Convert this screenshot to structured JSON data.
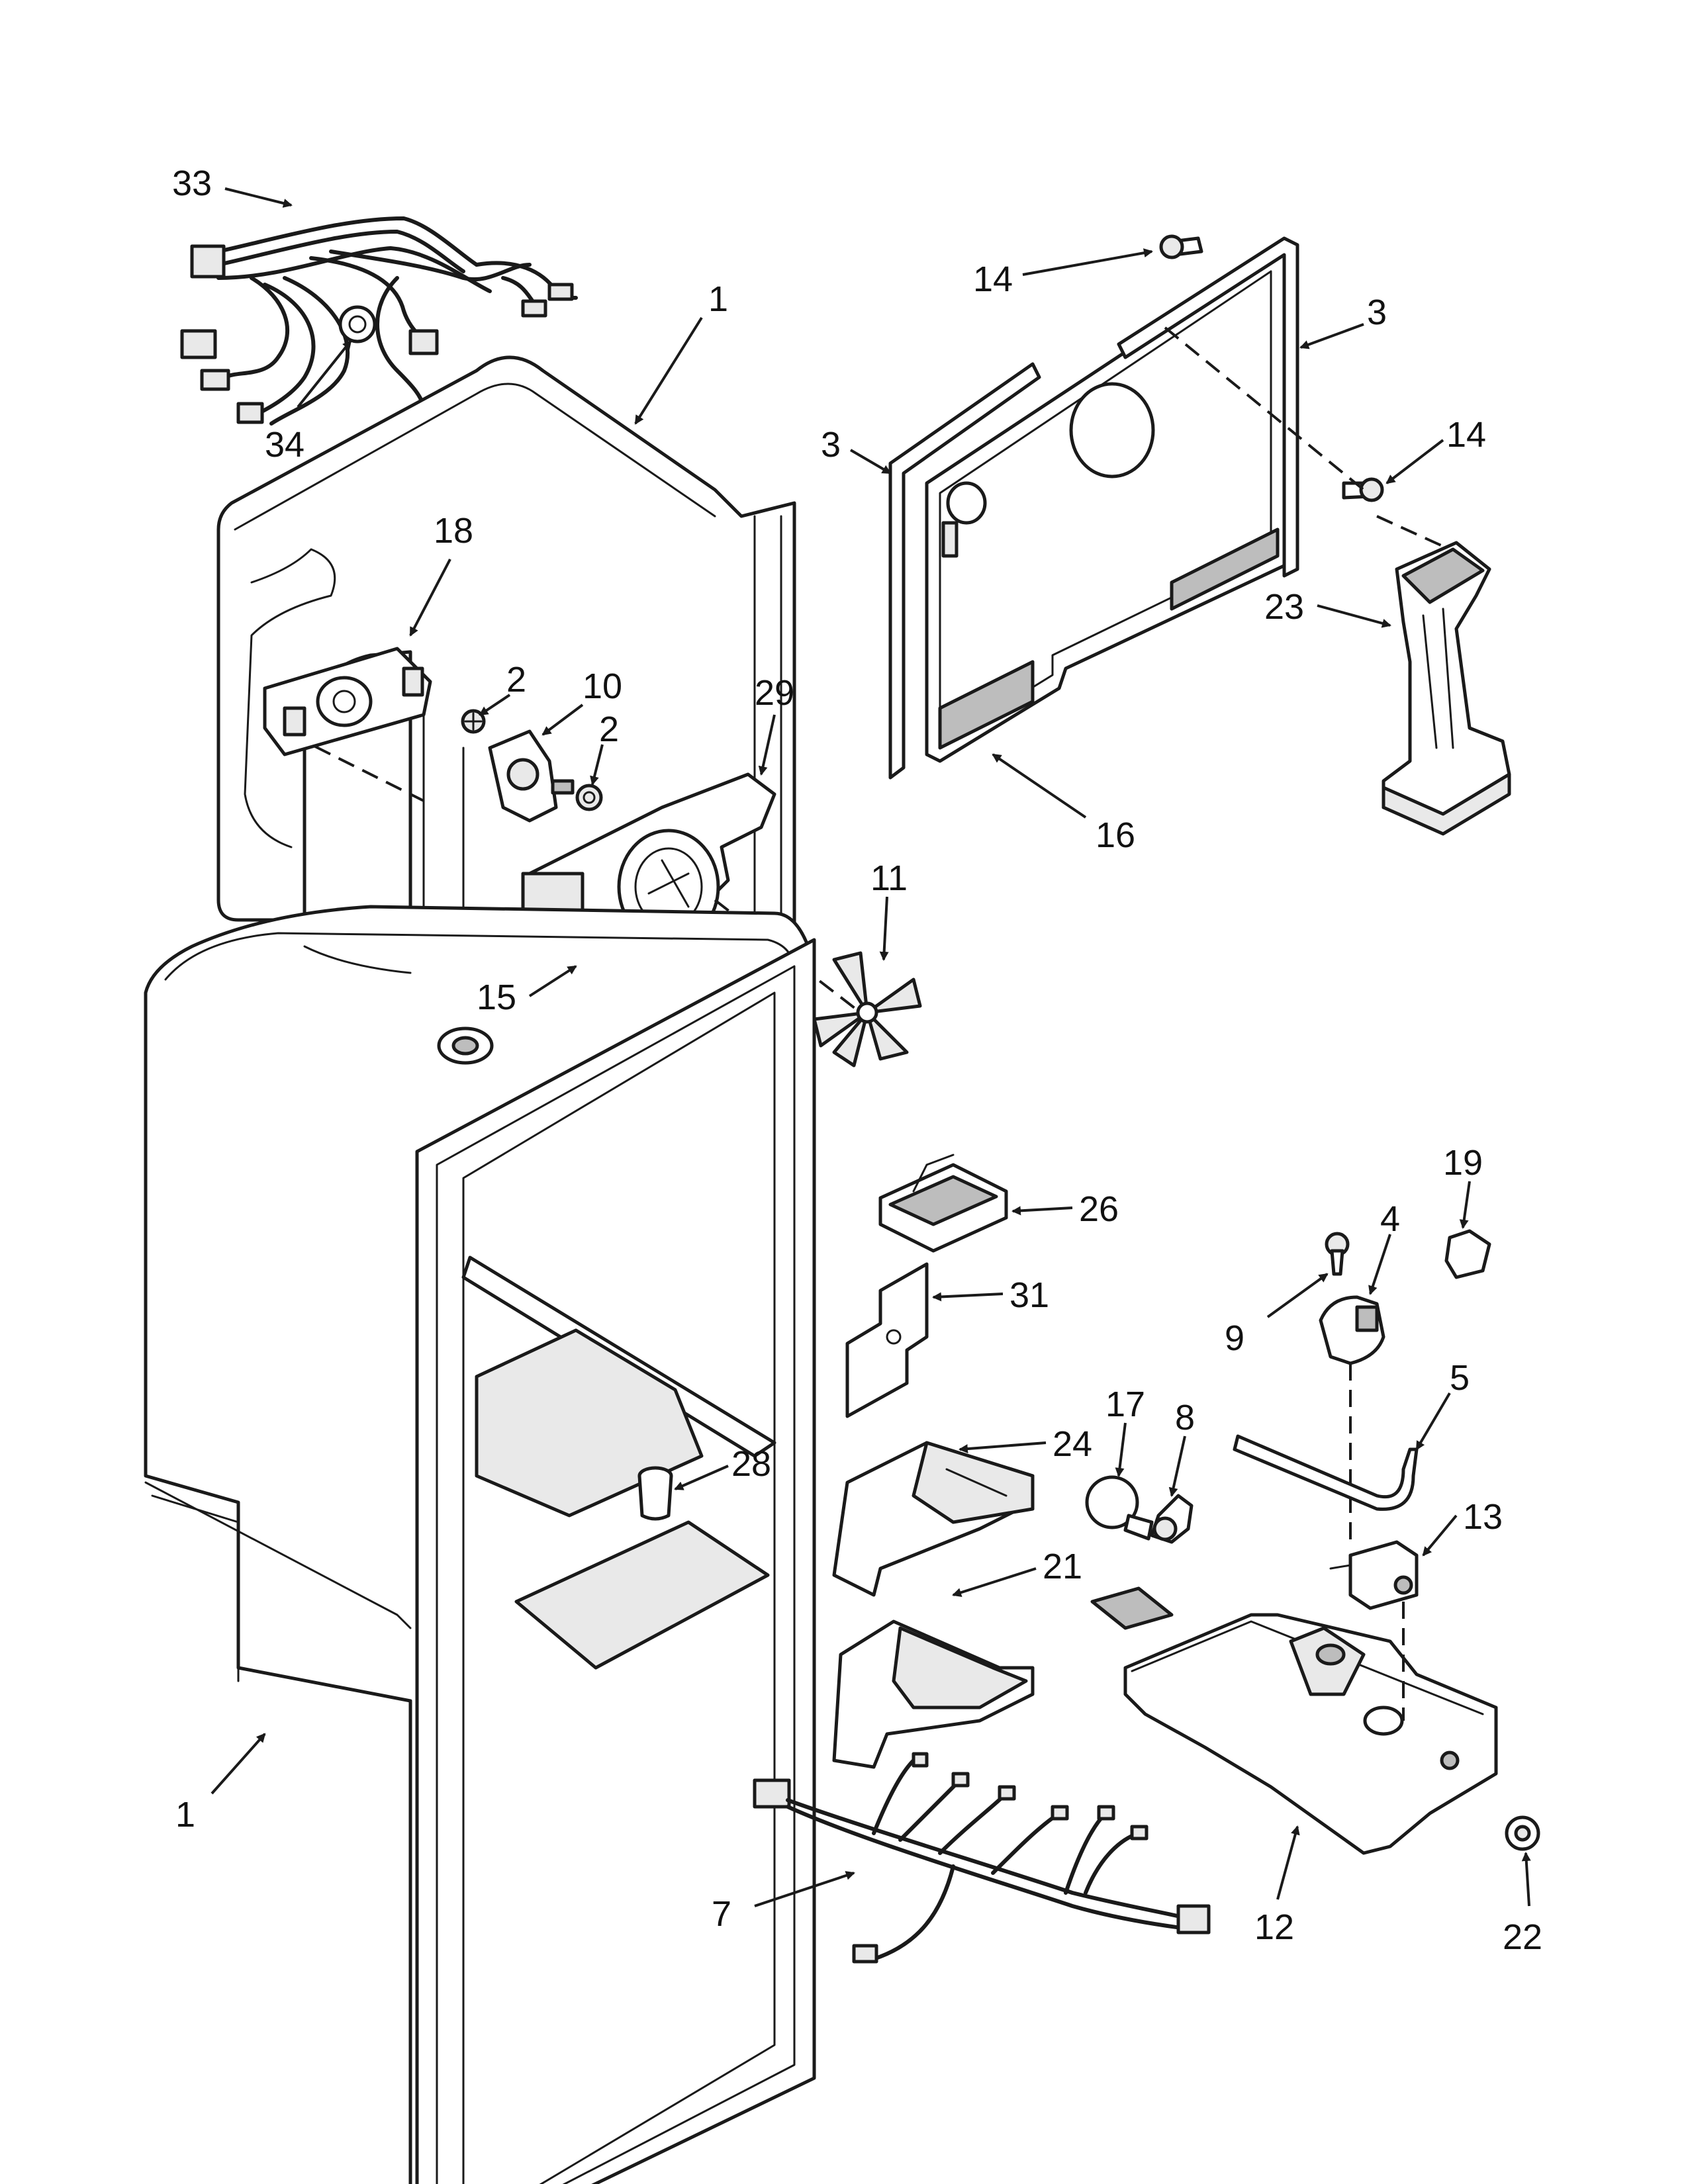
{
  "callouts": [
    {
      "id": "33",
      "text": "33"
    },
    {
      "id": "34",
      "text": "34"
    },
    {
      "id": "1-top",
      "text": "1"
    },
    {
      "id": "18",
      "text": "18"
    },
    {
      "id": "2-a",
      "text": "2"
    },
    {
      "id": "10",
      "text": "10"
    },
    {
      "id": "2-b",
      "text": "2"
    },
    {
      "id": "29",
      "text": "29"
    },
    {
      "id": "15",
      "text": "15"
    },
    {
      "id": "11",
      "text": "11"
    },
    {
      "id": "14-a",
      "text": "14"
    },
    {
      "id": "3-a",
      "text": "3"
    },
    {
      "id": "3-b",
      "text": "3"
    },
    {
      "id": "14-b",
      "text": "14"
    },
    {
      "id": "23",
      "text": "23"
    },
    {
      "id": "16",
      "text": "16"
    },
    {
      "id": "26",
      "text": "26"
    },
    {
      "id": "31",
      "text": "31"
    },
    {
      "id": "19",
      "text": "19"
    },
    {
      "id": "4",
      "text": "4"
    },
    {
      "id": "9",
      "text": "9"
    },
    {
      "id": "5",
      "text": "5"
    },
    {
      "id": "17",
      "text": "17"
    },
    {
      "id": "8",
      "text": "8"
    },
    {
      "id": "24",
      "text": "24"
    },
    {
      "id": "28",
      "text": "28"
    },
    {
      "id": "21",
      "text": "21"
    },
    {
      "id": "13",
      "text": "13"
    },
    {
      "id": "1-bottom",
      "text": "1"
    },
    {
      "id": "7",
      "text": "7"
    },
    {
      "id": "12",
      "text": "12"
    },
    {
      "id": "22",
      "text": "22"
    }
  ]
}
